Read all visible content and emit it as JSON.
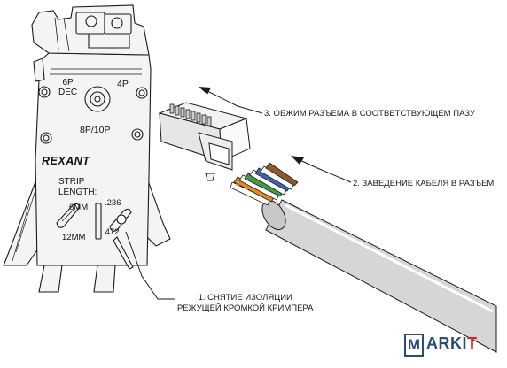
{
  "tool": {
    "labels": {
      "six_p_dec": "6P\nDEC",
      "four_p": "4P",
      "eight_p_ten_p": "8P/10P",
      "strip_length": "STRIP\nLENGTH:",
      "six_mm": "6MM",
      "twelve_mm": "12MM",
      "inch_236": ".236",
      "inch_472": ".472"
    },
    "brand": "REXANT"
  },
  "callouts": [
    {
      "id": "step1",
      "text": "1. СНЯТИЕ ИЗОЛЯЦИИ\nРЕЖУЩЕЙ КРОМКОЙ КРИМПЕРА"
    },
    {
      "id": "step2",
      "text": "2. ЗАВЕДЕНИЕ КАБЕЛЯ В РАЗЪЕМ"
    },
    {
      "id": "step3",
      "text": "3. ОБЖИМ РАЗЪЕМА В СООТВЕТСТВУЮЩЕМ ПАЗУ"
    }
  ],
  "watermark": {
    "boxed_letter": "M",
    "rest": "ARKI",
    "last_letter": "T"
  },
  "colors": {
    "line": "#1a1a1a",
    "tool_fill": "#f4f4f4",
    "connector_fill": "#f2f2f2",
    "cable_fill": "#d6d6d6",
    "wire_blue": "#3a67b2",
    "wire_green": "#3f9a4a",
    "wire_orange": "#e08a2c",
    "wire_brown": "#8a5a2b",
    "wire_white": "#ffffff",
    "watermark_blue": "#2b4c7e",
    "watermark_red": "#d9232d"
  }
}
